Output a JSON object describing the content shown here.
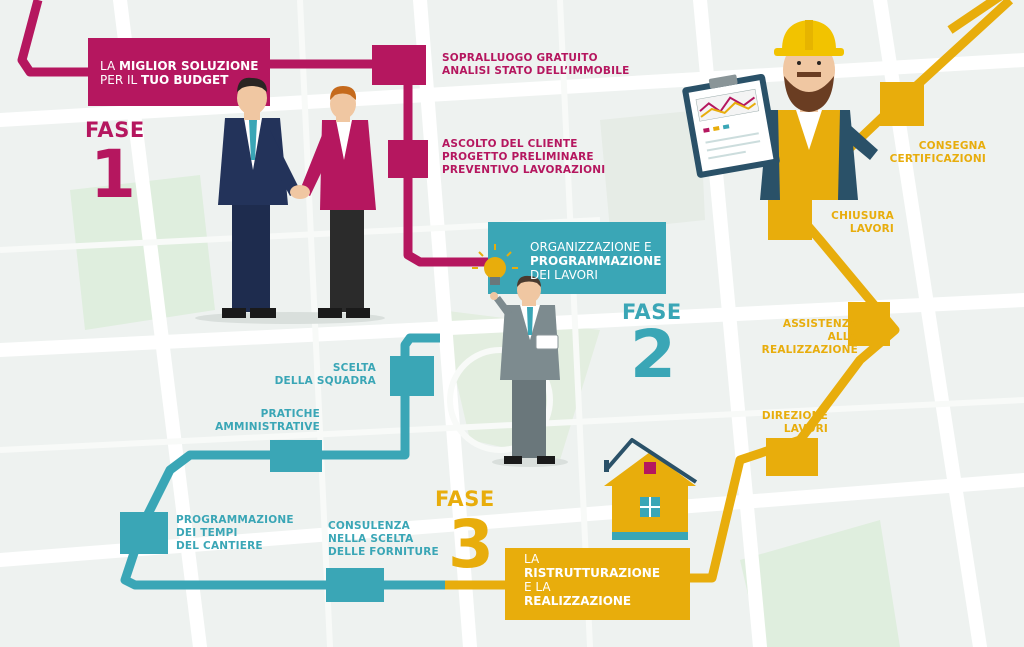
{
  "colors": {
    "magenta": "#b5175f",
    "teal": "#3aa6b6",
    "yellow": "#e8ad0c",
    "map_bg": "#eef2f0",
    "map_road": "#ffffff",
    "map_green": "#dfeede"
  },
  "phase1": {
    "word": "FASE",
    "number": "1",
    "box_line1_a": "LA ",
    "box_line1_b": "MIGLIOR SOLUZIONE",
    "box_line2_a": "PER IL ",
    "box_line2_b": "TUO BUDGET",
    "steps": [
      {
        "lines": [
          "SOPRALLUOGO  GRATUITO",
          "ANALISI STATO DELL’IMMOBILE"
        ]
      },
      {
        "lines": [
          "ASCOLTO DEL CLIENTE",
          "PROGETTO PRELIMINARE",
          "PREVENTIVO LAVORAZIONI"
        ]
      }
    ]
  },
  "phase2": {
    "word": "FASE",
    "number": "2",
    "box_line1": "ORGANIZZAZIONE E",
    "box_line2": "PROGRAMMAZIONE",
    "box_line3": "DEI LAVORI",
    "steps": [
      {
        "lines": [
          "SCELTA",
          "DELLA SQUADRA"
        ]
      },
      {
        "lines": [
          "PRATICHE",
          "AMMINISTRATIVE"
        ]
      },
      {
        "lines": [
          "PROGRAMMAZIONE",
          "DEI TEMPI",
          "DEL CANTIERE"
        ]
      },
      {
        "lines": [
          "CONSULENZA",
          "NELLA SCELTA",
          "DELLE FORNITURE"
        ]
      }
    ]
  },
  "phase3": {
    "word": "FASE",
    "number": "3",
    "box_line1": "LA",
    "box_line2": "RISTRUTTURAZIONE",
    "box_line3": "E LA",
    "box_line4": "REALIZZAZIONE",
    "steps": [
      {
        "lines": [
          "DIREZIONE",
          "LAVORI"
        ]
      },
      {
        "lines": [
          "ASSISTENZA",
          "ALLA",
          "REALIZZAZIONE"
        ]
      },
      {
        "lines": [
          "CHIUSURA",
          "LAVORI"
        ]
      },
      {
        "lines": [
          "CONSEGNA",
          "CERTIFICAZIONI"
        ]
      }
    ]
  },
  "icons": [
    "handshake-illustration",
    "thinking-manager-illustration",
    "lightbulb-icon",
    "house-icon",
    "engineer-with-clipboard-illustration"
  ]
}
